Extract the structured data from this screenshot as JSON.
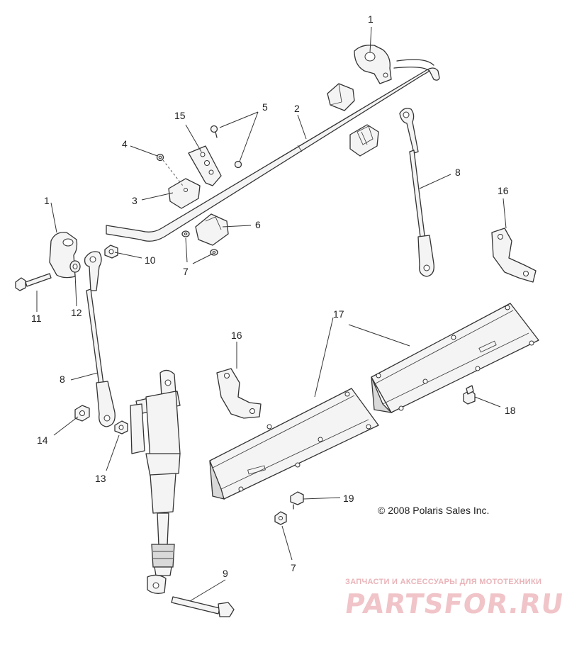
{
  "callouts": {
    "c1a": "1",
    "c1b": "1",
    "c2": "2",
    "c3": "3",
    "c4": "4",
    "c5": "5",
    "c6": "6",
    "c7a": "7",
    "c7b": "7",
    "c8a": "8",
    "c8b": "8",
    "c9": "9",
    "c10": "10",
    "c11": "11",
    "c12": "12",
    "c13": "13",
    "c14": "14",
    "c15": "15",
    "c16a": "16",
    "c16b": "16",
    "c17": "17",
    "c18": "18",
    "c19": "19"
  },
  "copyright": "© 2008 Polaris Sales Inc.",
  "watermark": {
    "tagline": "ЗАПЧАСТИ И АКСЕССУАРЫ ДЛЯ МОТОТЕХНИКИ",
    "logo": "PARTSFOR.RU"
  }
}
